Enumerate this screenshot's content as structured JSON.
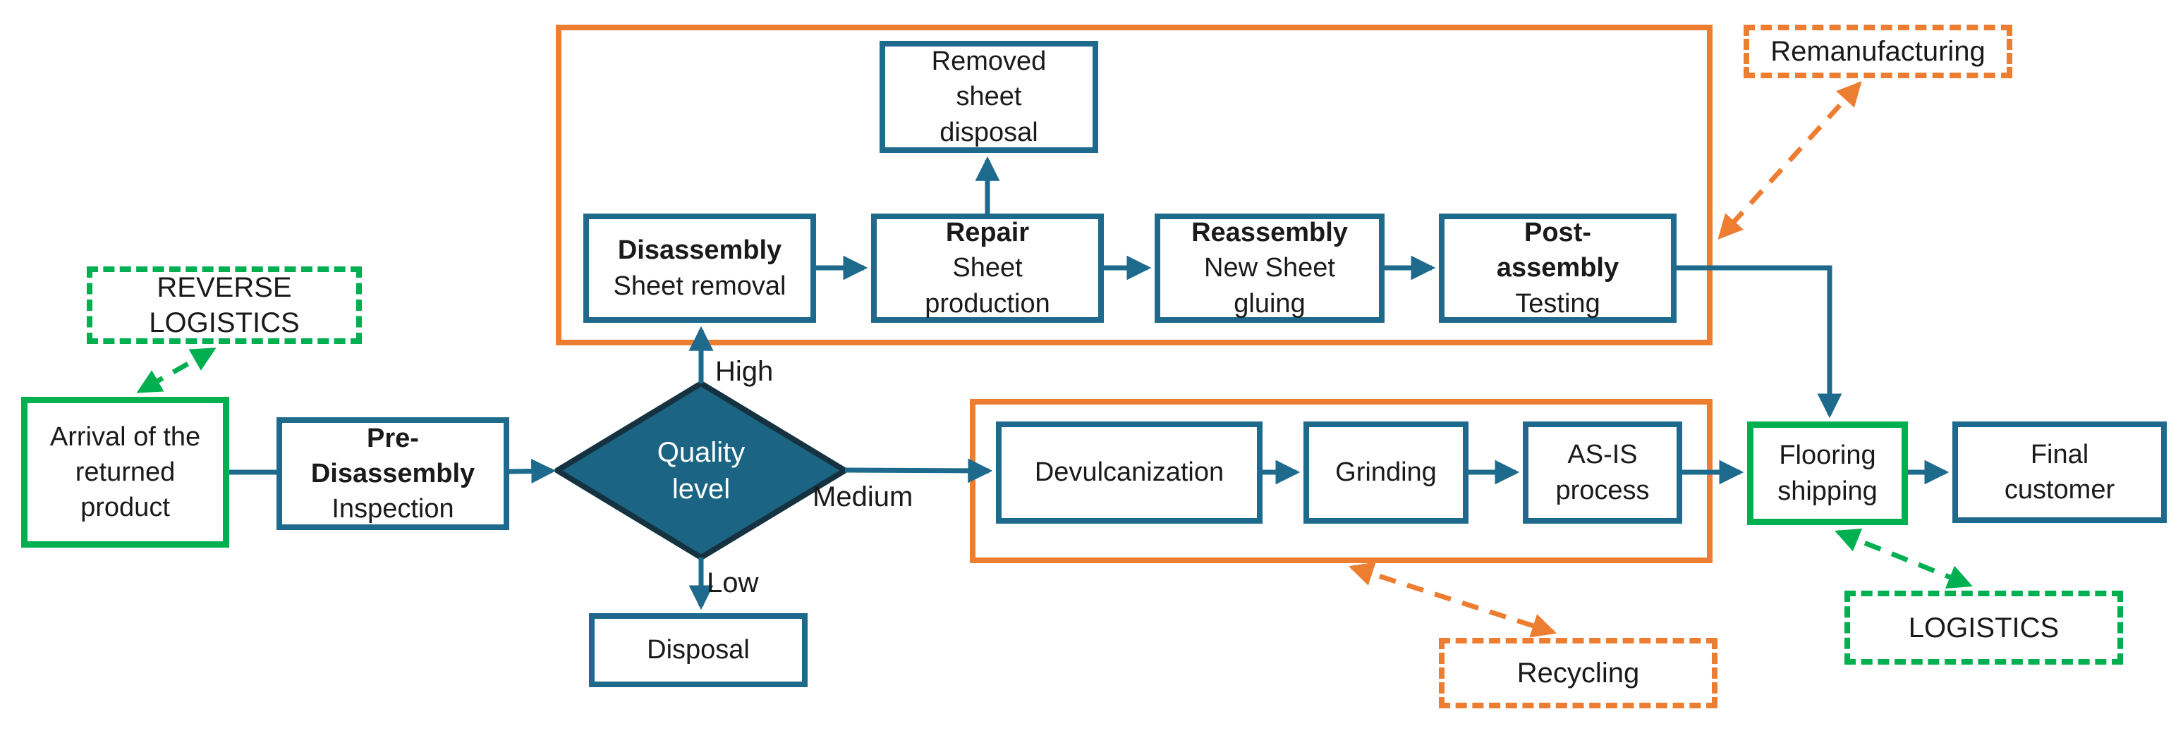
{
  "colors": {
    "teal": "#1E6A8C",
    "diamond_fill": "#1C6483",
    "diamond_border": "#14323F",
    "green": "#00B050",
    "orange": "#ED7D31",
    "text": "#1A1A1A"
  },
  "nodes": {
    "arrival": {
      "lines": [
        "Arrival of the",
        "returned",
        "product"
      ]
    },
    "pre_disassembly": {
      "bold_lines": [
        "Pre-",
        "Disassembly"
      ],
      "lines": [
        "Inspection"
      ]
    },
    "quality": {
      "lines": [
        "Quality",
        "level"
      ]
    },
    "disposal": {
      "lines": [
        "Disposal"
      ]
    },
    "removed_sheet": {
      "lines": [
        "Removed",
        "sheet",
        "disposal"
      ]
    },
    "disassembly": {
      "bold_lines": [
        "Disassembly"
      ],
      "lines": [
        "Sheet removal"
      ]
    },
    "repair": {
      "bold_lines": [
        "Repair"
      ],
      "lines": [
        "Sheet",
        "production"
      ]
    },
    "reassembly": {
      "bold_lines": [
        "Reassembly"
      ],
      "lines": [
        "New Sheet",
        "gluing"
      ]
    },
    "post_assembly": {
      "bold_lines": [
        "Post-",
        "assembly"
      ],
      "lines": [
        "Testing"
      ]
    },
    "devulcanization": {
      "lines": [
        "Devulcanization"
      ]
    },
    "grinding": {
      "lines": [
        "Grinding"
      ]
    },
    "as_is": {
      "lines": [
        "AS-IS",
        "process"
      ]
    },
    "flooring": {
      "lines": [
        "Flooring",
        "shipping"
      ]
    },
    "final_customer": {
      "lines": [
        "Final",
        "customer"
      ]
    }
  },
  "callouts": {
    "reverse_logistics": {
      "lines": [
        "REVERSE",
        "LOGISTICS"
      ]
    },
    "remanufacturing": {
      "lines": [
        "Remanufacturing"
      ]
    },
    "recycling": {
      "lines": [
        "Recycling"
      ]
    },
    "logistics": {
      "lines": [
        "LOGISTICS"
      ]
    }
  },
  "edge_labels": {
    "high": "High",
    "medium": "Medium",
    "low": "Low"
  }
}
